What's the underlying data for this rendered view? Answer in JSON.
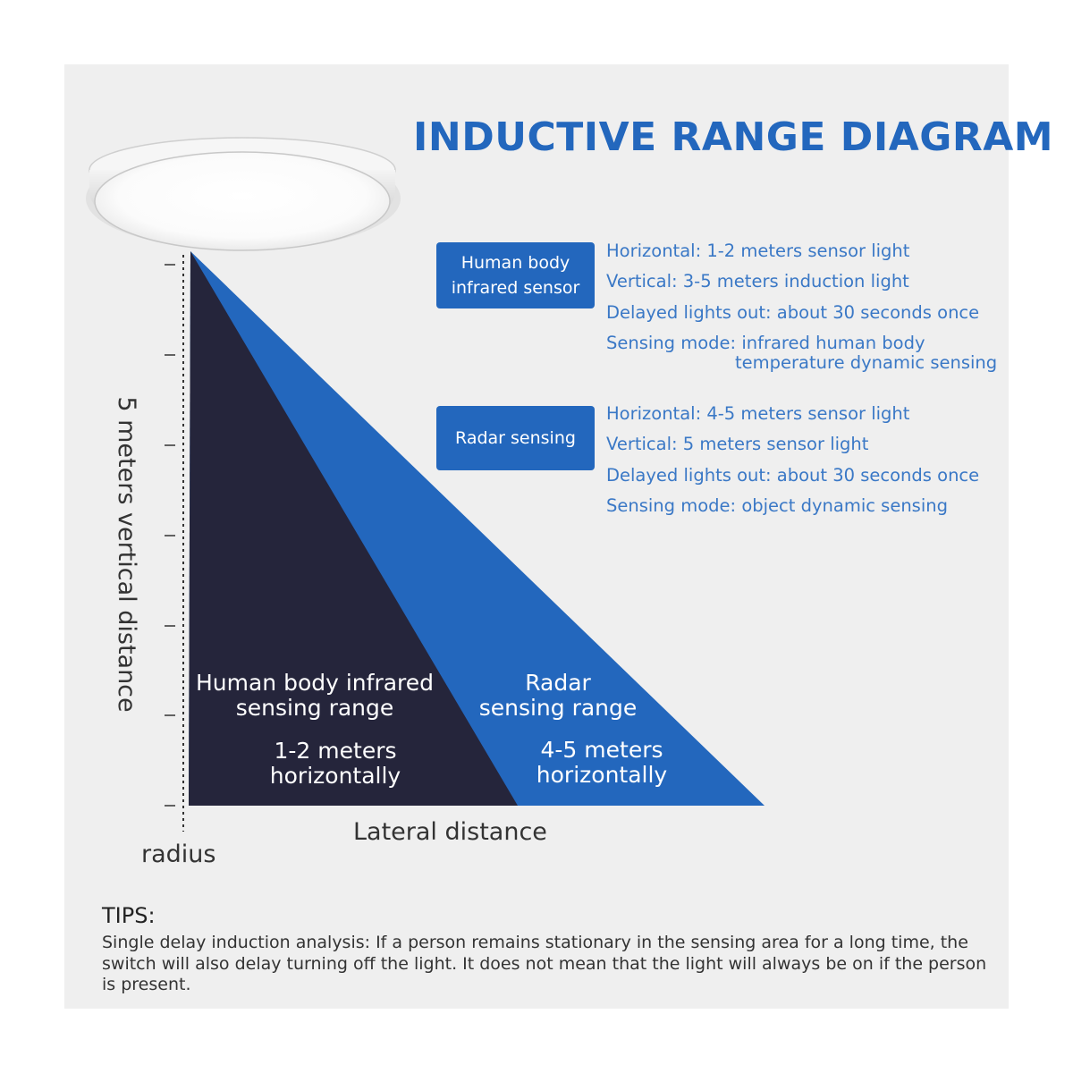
{
  "title": "INDUCTIVE RANGE DIAGRAM",
  "colors": {
    "title_blue": "#2367bd",
    "infrared_zone": "#25253b",
    "radar_zone": "#2367bd",
    "spec_text": "#3a78c6",
    "panel_bg": "#efefef"
  },
  "icons": {
    "lamp": "ceiling-lamp-icon"
  },
  "sensors": [
    {
      "badge_label": [
        "Human body",
        "infrared sensor"
      ],
      "specs": [
        "Horizontal: 1-2 meters sensor light",
        "Vertical: 3-5 meters induction light",
        "Delayed lights out: about 30 seconds once",
        "Sensing mode: infrared human body",
        "temperature dynamic sensing"
      ]
    },
    {
      "badge_label": [
        "Radar sensing"
      ],
      "specs": [
        "Horizontal: 4-5 meters sensor light",
        "Vertical: 5 meters sensor light",
        "Delayed lights out: about 30 seconds once",
        "Sensing mode: object dynamic sensing"
      ]
    }
  ],
  "zones": {
    "infrared": {
      "name": [
        "Human body infrared",
        "sensing range"
      ],
      "range": [
        "1-2 meters",
        "horizontally"
      ]
    },
    "radar": {
      "name": [
        "Radar",
        "sensing range"
      ],
      "range": [
        "4-5 meters",
        "horizontally"
      ]
    }
  },
  "axes": {
    "vertical": "5 meters vertical distance",
    "lateral": "Lateral distance",
    "origin": "radius"
  },
  "tips": {
    "heading": "TIPS:",
    "body": "Single delay induction analysis: If a person remains stationary in the sensing area for a long time, the switch will also delay turning off the light. It does not mean that  the light will always be on if the person is present."
  }
}
